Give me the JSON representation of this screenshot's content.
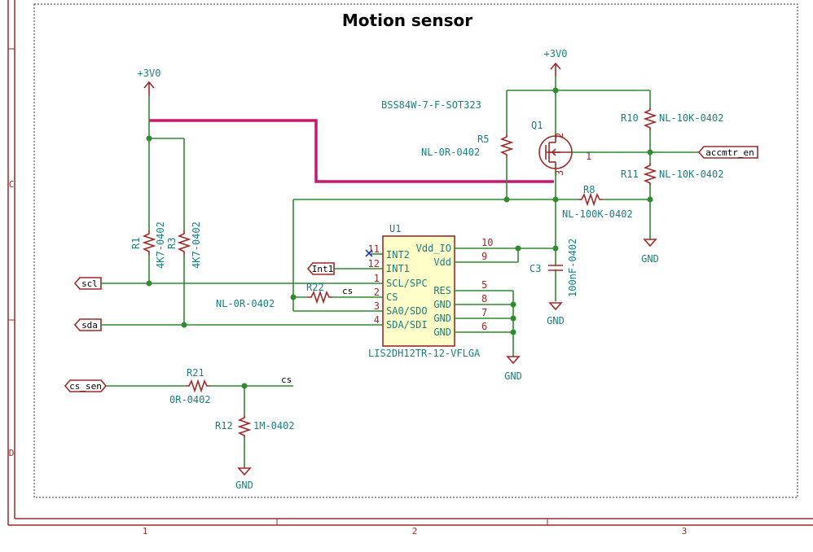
{
  "title": "Motion sensor",
  "frame": {
    "rows": [
      "C",
      "D"
    ],
    "columns": [
      "1",
      "2",
      "3"
    ]
  },
  "power": {
    "vcc_left": "+3V0",
    "vcc_right": "+3V0"
  },
  "gnd": {
    "label": "GND"
  },
  "ports": {
    "scl": "scl",
    "sda": "sda",
    "int1": "Int1",
    "cs_sen": "cs_sen",
    "accmtr_en": "accmtr_en"
  },
  "nets": {
    "cs_top": "cs",
    "cs_bottom": "cs"
  },
  "components": {
    "r1": {
      "ref": "R1",
      "value": "4K7-0402"
    },
    "r3": {
      "ref": "R3",
      "value": "4K7-0402"
    },
    "r5": {
      "ref": "R5",
      "value": "NL-0R-0402"
    },
    "r8": {
      "ref": "R8",
      "value": "NL-100K-0402"
    },
    "r10": {
      "ref": "R10",
      "value": "NL-10K-0402"
    },
    "r11": {
      "ref": "R11",
      "value": "NL-10K-0402"
    },
    "r12": {
      "ref": "R12",
      "value": "1M-0402"
    },
    "r21": {
      "ref": "R21",
      "value": "0R-0402"
    },
    "r22": {
      "ref": "R22",
      "value": "NL-0R-0402"
    },
    "c3": {
      "ref": "C3",
      "value": "100nF-0402"
    },
    "q1": {
      "ref": "Q1",
      "value": "BSS84W-7-F-SOT323",
      "pin_gate": "1",
      "pin_source": "2",
      "pin_drain": "3"
    },
    "u1": {
      "ref": "U1",
      "value": "LIS2DH12TR-12-VFLGA",
      "left_pins": [
        {
          "num": "11",
          "name": "INT2"
        },
        {
          "num": "12",
          "name": "INT1"
        },
        {
          "num": "1",
          "name": "SCL/SPC"
        },
        {
          "num": "2",
          "name": "CS"
        },
        {
          "num": "3",
          "name": "SA0/SDO"
        },
        {
          "num": "4",
          "name": "SDA/SDI"
        }
      ],
      "right_pins": [
        {
          "num": "10",
          "name": "Vdd_IO"
        },
        {
          "num": "9",
          "name": "Vdd"
        },
        {
          "num": "5",
          "name": "RES"
        },
        {
          "num": "8",
          "name": "GND"
        },
        {
          "num": "7",
          "name": "GND"
        },
        {
          "num": "6",
          "name": "GND"
        }
      ]
    }
  },
  "colors": {
    "wire": "#2e8b2e",
    "component": "#a02828",
    "label": "#1b7f7f",
    "highlight": "#c8186e",
    "body_fill": "#fffec8"
  }
}
